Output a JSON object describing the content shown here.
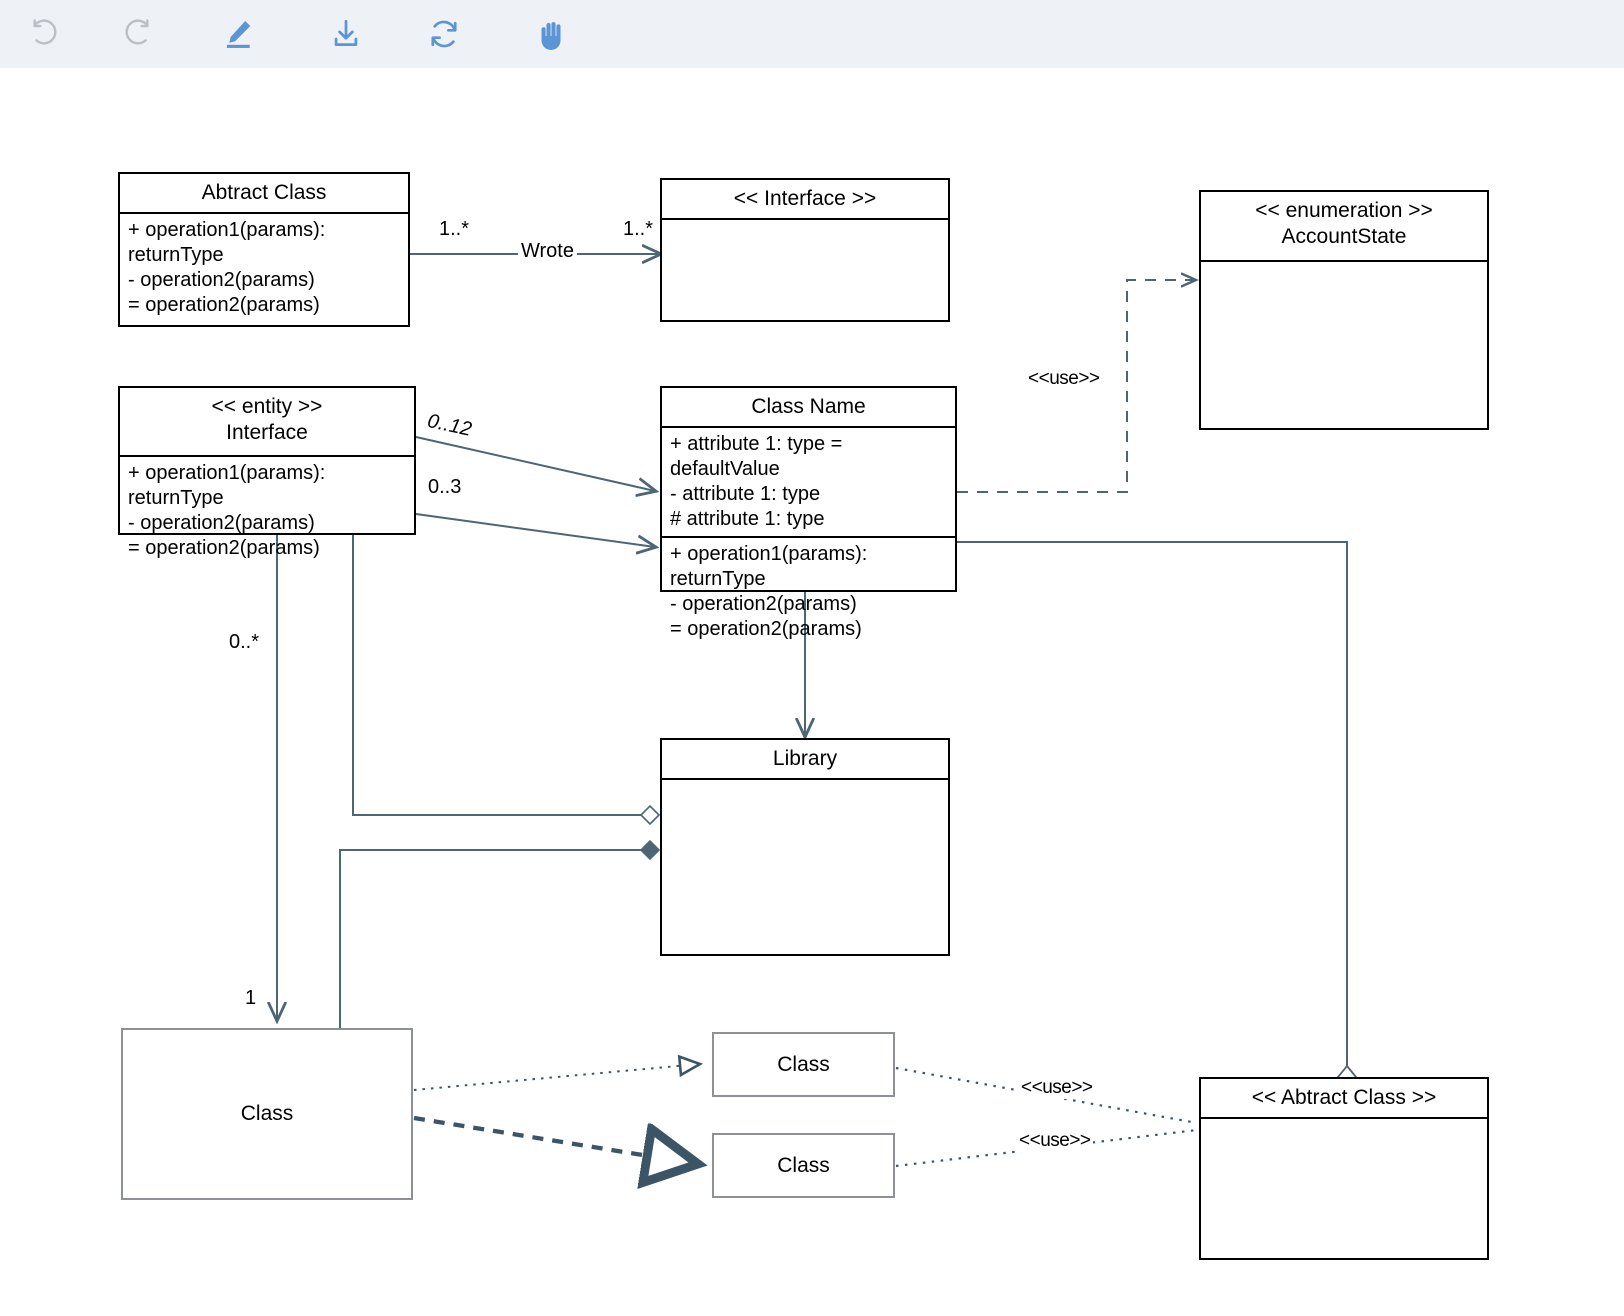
{
  "toolbar": {
    "items": [
      {
        "name": "undo-icon",
        "label": "Undo",
        "state": "disabled",
        "color": "#b9c0c8"
      },
      {
        "name": "redo-icon",
        "label": "Redo",
        "state": "disabled",
        "color": "#b9c0c8"
      },
      {
        "name": "pencil-icon",
        "label": "Draw",
        "state": "active",
        "color": "#5b95d6"
      },
      {
        "name": "download-icon",
        "label": "Download",
        "state": "active",
        "color": "#5b95d6"
      },
      {
        "name": "refresh-icon",
        "label": "Refresh",
        "state": "active",
        "color": "#5b95d6"
      },
      {
        "name": "hand-icon",
        "label": "Pan",
        "state": "active",
        "color": "#5b95d6"
      }
    ],
    "background": "#eef1f5"
  },
  "diagram": {
    "type": "uml-class-diagram",
    "stroke_black": "#000000",
    "stroke_grey": "#8d9196",
    "connector_color": "#4d6575",
    "nodes": {
      "abstract_class": {
        "title": "Abtract Class",
        "members": [
          "+ operation1(params): returnType",
          "- operation2(params)",
          "= operation2(params)"
        ]
      },
      "interface_top": {
        "title": "<< Interface >>"
      },
      "enumeration": {
        "title": "<< enumeration >>",
        "subtitle": "AccountState"
      },
      "entity": {
        "title": "<< entity >>",
        "subtitle": "Interface",
        "members": [
          "+ operation1(params): returnType",
          "- operation2(params)",
          "= operation2(params)"
        ]
      },
      "class_name": {
        "title": "Class Name",
        "attributes": [
          "+ attribute 1: type = defaultValue",
          "- attribute 1: type",
          "# attribute 1: type"
        ],
        "operations": [
          "+ operation1(params): returnType",
          "- operation2(params)",
          "= operation2(params)"
        ]
      },
      "library": {
        "title": "Library"
      },
      "class_big": {
        "title": "Class"
      },
      "class_small_1": {
        "title": "Class"
      },
      "class_small_2": {
        "title": "Class"
      },
      "abstract_class_stereotype": {
        "title": "<< Abtract Class >>"
      }
    },
    "edge_labels": {
      "wrote": "Wrote",
      "wrote_source_mult": "1..*",
      "wrote_target_mult": "1..*",
      "entity_to_class_attrs": "0..12",
      "entity_to_class_ops": "0..3",
      "entity_to_class_big_top": "0..*",
      "entity_to_class_big_bottom": "1",
      "use_enumeration": "<<use>>",
      "use_abstract_1": "<<use>>",
      "use_abstract_2": "<<use>>"
    }
  }
}
